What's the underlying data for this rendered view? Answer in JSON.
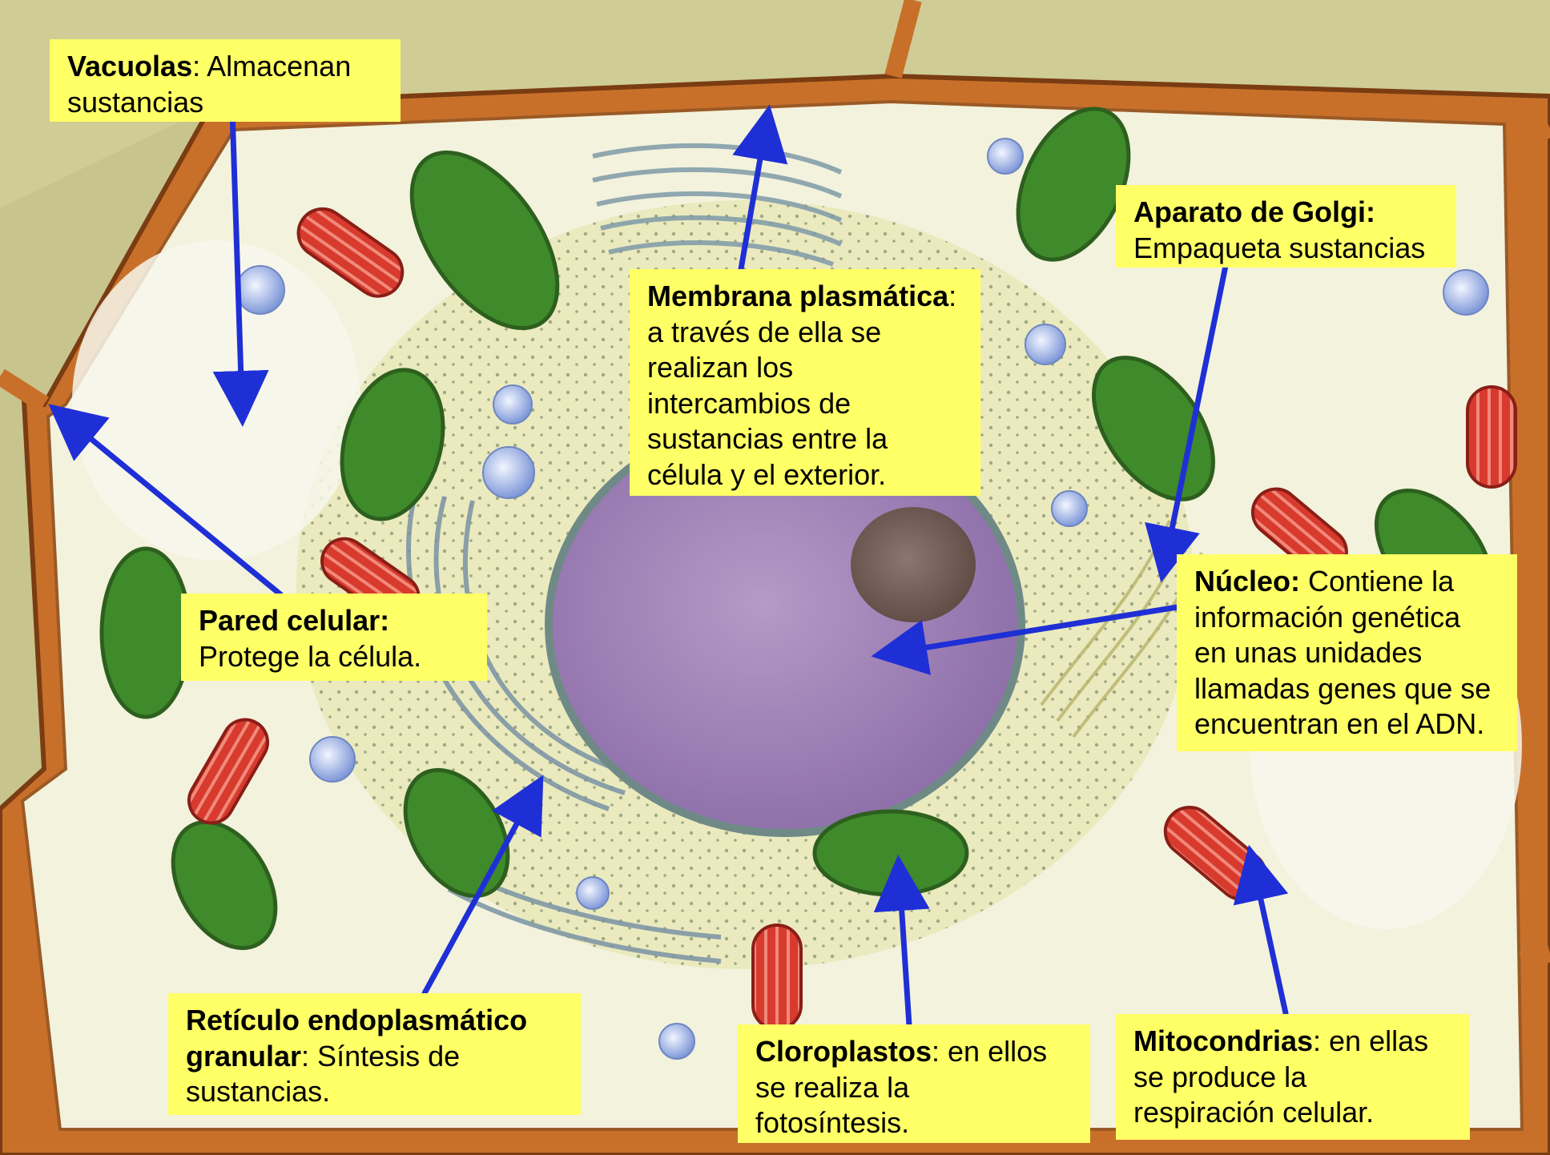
{
  "labels": {
    "vacuolas": {
      "term": "Vacuolas",
      "lines": [
        ": Almacenan",
        "sustancias"
      ]
    },
    "membrana": {
      "term": "Membrana plasmática",
      "lines": [
        ":",
        "a través de ella se",
        "realizan los",
        "intercambios de",
        "sustancias entre la",
        "célula y el exterior."
      ]
    },
    "golgi": {
      "term": "Aparato de Golgi:",
      "lines": [
        "Empaqueta sustancias"
      ]
    },
    "nucleo": {
      "term": "Núcleo:",
      "lines": [
        " Contiene la",
        "información genética",
        "en unas unidades",
        "llamadas genes que se",
        "encuentran en el ADN."
      ]
    },
    "pared": {
      "term": "Pared celular:",
      "lines": [
        "Protege la célula."
      ]
    },
    "reticulo": {
      "term": "Retículo endoplasmático",
      "term2": "granular",
      "lines": [
        ": Síntesis de",
        "sustancias."
      ]
    },
    "cloroplastos": {
      "term": "Cloroplastos",
      "lines": [
        ": en ellos",
        "se realiza la",
        "fotosíntesis."
      ]
    },
    "mitocondrias": {
      "term": "Mitocondrias",
      "lines": [
        ": en ellas",
        "se produce la",
        "respiración celular."
      ]
    }
  },
  "colors": {
    "label_bg": "#ffff66",
    "arrow": "#1f2fd6",
    "cell_wall": "#c8702a",
    "chloroplast": "#3f8a2a",
    "mitochondria": "#d83a2e",
    "nucleus": "#9f82b4"
  }
}
